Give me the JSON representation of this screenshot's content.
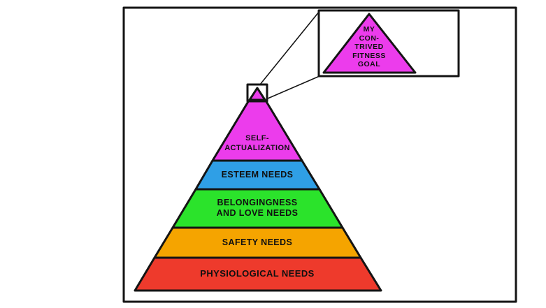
{
  "panel": {
    "background": "#ffffff",
    "outline_color": "#141414"
  },
  "pyramid": {
    "levels": [
      {
        "name": "physiological-needs",
        "color": "#ee3a2c",
        "lines": [
          "PHYSIOLOGICAL NEEDS"
        ]
      },
      {
        "name": "safety-needs",
        "color": "#f5a400",
        "lines": [
          "SAFETY NEEDS"
        ]
      },
      {
        "name": "belongingness-and-love-needs",
        "color": "#2be32b",
        "lines": [
          "BELONGINGNESS",
          "AND LOVE NEEDS"
        ]
      },
      {
        "name": "esteem-needs",
        "color": "#2f9fe6",
        "lines": [
          "ESTEEM NEEDS"
        ]
      },
      {
        "name": "self-actualization",
        "color": "#ec3cec",
        "lines": [
          "SELF-",
          "ACTUALIZATION"
        ]
      },
      {
        "name": "pyramid-tip",
        "color": "#ec3cec",
        "lines": []
      }
    ]
  },
  "inset": {
    "triangle_color": "#ec3cec",
    "lines": [
      "MY",
      "CON-",
      "TRIVED",
      "FITNESS",
      "GOAL"
    ]
  }
}
